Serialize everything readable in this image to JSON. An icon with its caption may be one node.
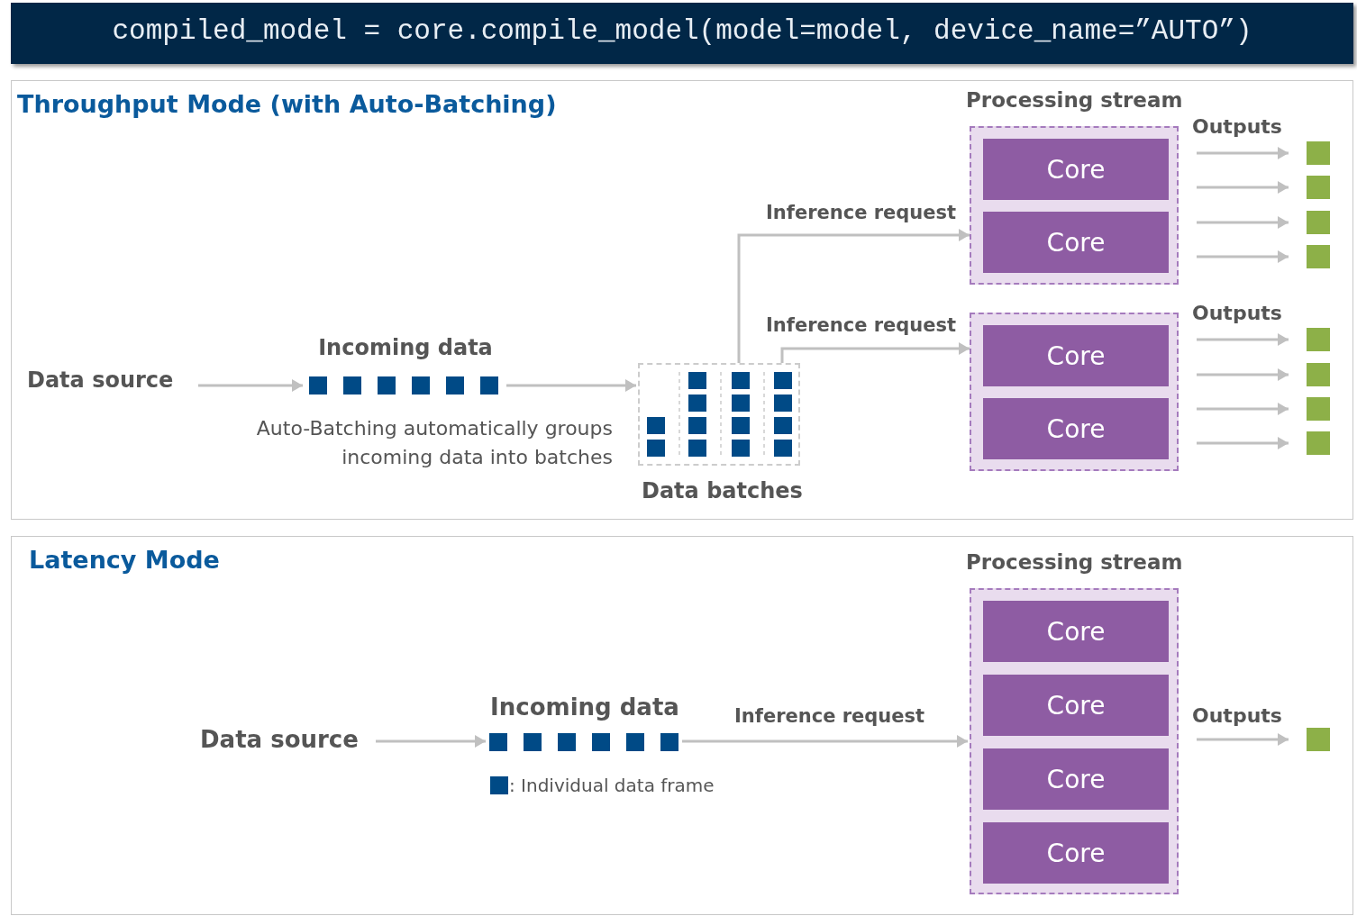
{
  "diagram": {
    "nodes": [
      {
        "text": [
          "compiled_model = core.compile_model(model=model, device_name=”AUTO”)"
        ]
      },
      {
        "text": [
          "Throughput Mode (with Auto-Batching)"
        ]
      },
      {
        "text": [
          "Data source"
        ],
        "in": 1
      },
      {
        "text": [
          "Incoming data"
        ],
        "in": 1,
        "beside": [
          "Auto-Batching automatically groups incoming data into batches"
        ]
      },
      {
        "text": [
          "Data batches"
        ],
        "in": 1
      },
      {
        "text": [
          "Processing stream"
        ],
        "in": 1
      },
      {
        "text": [
          "Core"
        ],
        "in": 5
      },
      {
        "text": [
          "Core"
        ],
        "in": 5
      },
      {
        "text": [],
        "shape": "box",
        "in": 1
      },
      {
        "text": [
          "Core"
        ],
        "in": 8
      },
      {
        "text": [
          "Core"
        ],
        "in": 8
      },
      {
        "text": [],
        "shape": "box",
        "in": 1
      },
      {
        "text": [],
        "shape": "box",
        "in": 1
      },
      {
        "text": [],
        "shape": "box",
        "in": 1
      },
      {
        "text": [],
        "shape": "box",
        "in": 1
      },
      {
        "text": [],
        "shape": "box",
        "in": 1
      },
      {
        "text": [],
        "shape": "box",
        "in": 1
      },
      {
        "text": [],
        "shape": "box",
        "in": 1
      },
      {
        "text": [],
        "shape": "box",
        "in": 1
      },
      {
        "text": [
          "Latency Mode"
        ]
      },
      {
        "text": [
          "Data source"
        ],
        "in": 19
      },
      {
        "text": [
          "Incoming data"
        ],
        "in": 19
      },
      {
        "text": [
          "Processing stream"
        ],
        "in": 19
      },
      {
        "text": [
          "Core"
        ],
        "in": 22
      },
      {
        "text": [
          "Core"
        ],
        "in": 22
      },
      {
        "text": [
          "Core"
        ],
        "in": 22
      },
      {
        "text": [
          "Core"
        ],
        "in": 22
      },
      {
        "text": [],
        "shape": "box",
        "in": 19
      }
    ],
    "edges": [
      {
        "from": 2,
        "to": 3,
        "arrow": "to"
      },
      {
        "from": 3,
        "to": 4,
        "arrow": "to"
      },
      {
        "from": 4,
        "to": 5,
        "arrow": "to",
        "label": "Inference request"
      },
      {
        "from": 4,
        "to": 8,
        "arrow": "to",
        "label": "Inference request"
      },
      {
        "from": 5,
        "to": 11,
        "arrow": "to"
      },
      {
        "from": 5,
        "to": 12,
        "arrow": "to"
      },
      {
        "from": 5,
        "to": 13,
        "arrow": "to"
      },
      {
        "from": 5,
        "to": 14,
        "arrow": "to"
      },
      {
        "from": 8,
        "to": 15,
        "arrow": "to"
      },
      {
        "from": 8,
        "to": 16,
        "arrow": "to"
      },
      {
        "from": 8,
        "to": 17,
        "arrow": "to"
      },
      {
        "from": 8,
        "to": 18,
        "arrow": "to"
      },
      {
        "from": 20,
        "to": 21,
        "arrow": "to"
      },
      {
        "from": 21,
        "to": 22,
        "arrow": "to",
        "label": "Inference request"
      },
      {
        "from": 22,
        "to": 27,
        "arrow": "to"
      }
    ],
    "labels": [
      "Outputs",
      "Outputs",
      "Outputs"
    ],
    "legend": [
      {
        "text": ": Individual data frame",
        "color": "#004a86"
      }
    ]
  }
}
